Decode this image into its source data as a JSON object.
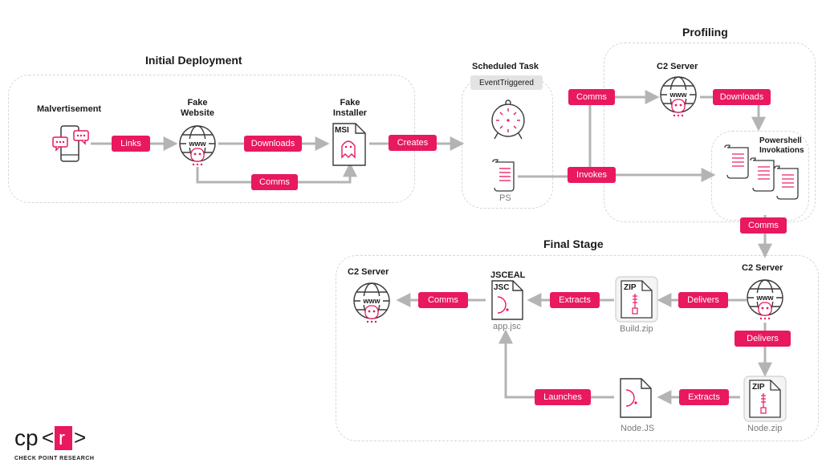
{
  "sections": {
    "initial": "Initial Deployment",
    "profiling": "Profiling",
    "final": "Final Stage"
  },
  "nodes": {
    "malvertisement": "Malvertisement",
    "fake_website": "Fake\nWebsite",
    "fake_installer": "Fake\nInstaller",
    "msi": "MSI",
    "scheduled_task": "Scheduled Task",
    "event_triggered": "EventTriggered",
    "ps": "PS",
    "c2_profiling": "C2 Server",
    "powershell": "Powershell\nInvokations",
    "c2_final_right": "C2 Server",
    "c2_final_left": "C2 Server",
    "jsceal": "JSCEAL",
    "jsc": "JSC",
    "app_jsc": "app.jsc",
    "zip1": "ZIP",
    "build_zip": "Build.zip",
    "zip2": "ZIP",
    "node_zip": "Node.zip",
    "node_js": "Node.JS",
    "www": "www"
  },
  "edges": {
    "links": "Links",
    "downloads1": "Downloads",
    "comms1": "Comms",
    "creates": "Creates",
    "comms2": "Comms",
    "invokes": "Invokes",
    "downloads2": "Downloads",
    "comms3": "Comms",
    "delivers1": "Delivers",
    "extracts1": "Extracts",
    "comms4": "Comms",
    "delivers2": "Delivers",
    "extracts2": "Extracts",
    "launches": "Launches"
  },
  "logo": {
    "mark": "cp<r>",
    "subtitle": "CHECK POINT RESEARCH"
  },
  "colors": {
    "accent": "#e8195e",
    "arrow": "#b4b4b4",
    "region_border": "#d6d6d6",
    "tag_bg": "#e3e3e3"
  }
}
